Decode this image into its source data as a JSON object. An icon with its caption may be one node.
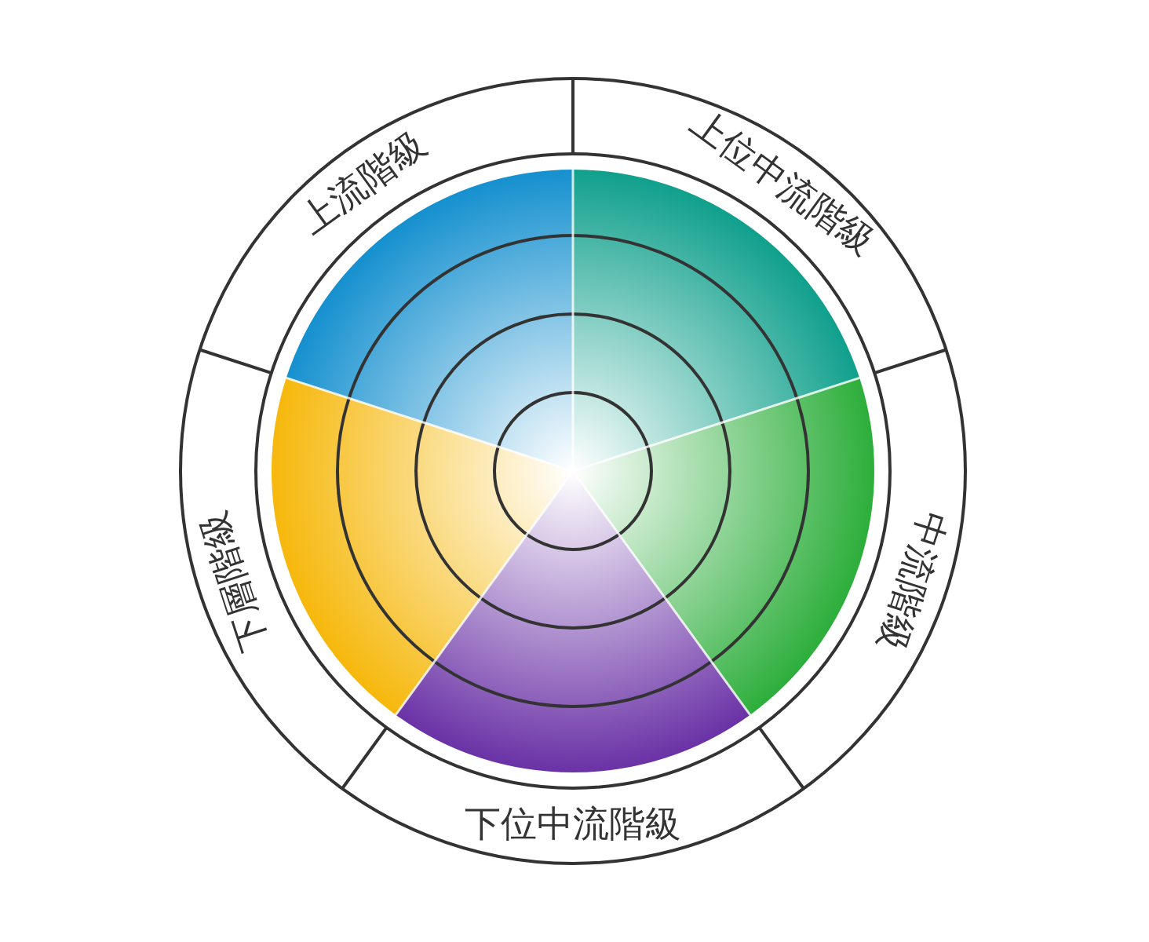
{
  "diagram": {
    "nodes": [
      {
        "text": [
          "上流階級"
        ]
      },
      {
        "text": [
          "上位中流階級"
        ]
      },
      {
        "text": [
          "中流階級"
        ]
      },
      {
        "text": [
          "下位中流階級"
        ]
      },
      {
        "text": [
          "下層階級"
        ]
      }
    ]
  }
}
